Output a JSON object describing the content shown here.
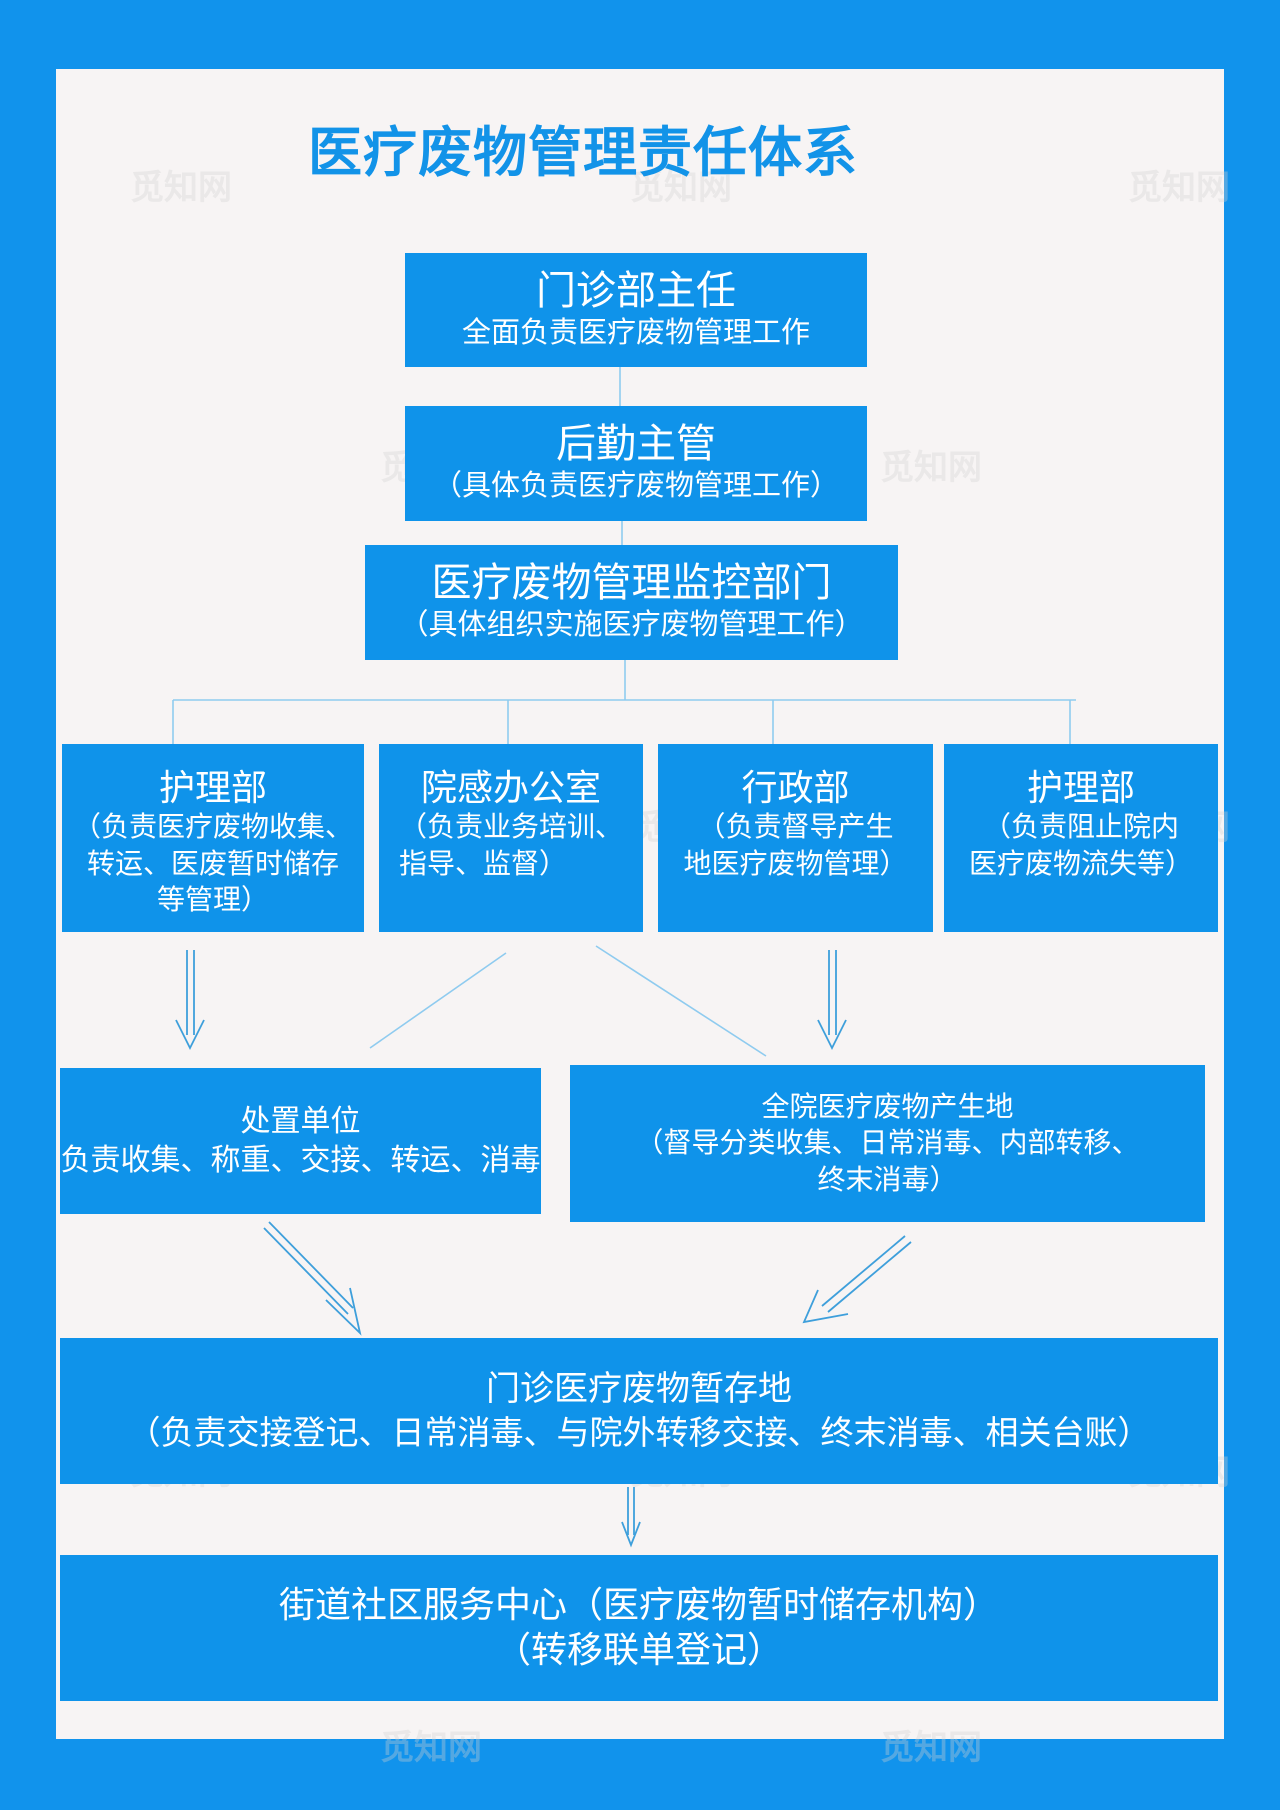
{
  "title": "医疗废物管理责任体系",
  "watermark": "觅知网",
  "boxes": {
    "director": {
      "title": "门诊部主任",
      "desc": "全面负责医疗废物管理工作"
    },
    "logistics": {
      "title": "后勤主管",
      "desc": "（具体负责医疗废物管理工作）"
    },
    "monitor": {
      "title": "医疗废物管理监控部门",
      "desc": "（具体组织实施医疗废物管理工作）"
    },
    "nursing1": {
      "title": "护理部",
      "lines": [
        "（负责医疗废物收集、",
        "转运、医废暂时储存",
        "等管理）"
      ]
    },
    "infection": {
      "title": "院感办公室",
      "lines": [
        "（负责业务培训、",
        "指导、监督）"
      ]
    },
    "admin": {
      "title": "行政部",
      "lines": [
        "（负责督导产生",
        "地医疗废物管理）"
      ]
    },
    "nursing2": {
      "title": "护理部",
      "lines": [
        "（负责阻止院内",
        "医疗废物流失等）"
      ]
    },
    "disposal": {
      "title": "处置单位",
      "desc": "（负责收集、称重、交接、转运、消毒）"
    },
    "source": {
      "title": "全院医疗废物产生地",
      "lines": [
        "（督导分类收集、日常消毒、内部转移、",
        "终末消毒）"
      ]
    },
    "storage": {
      "title": "门诊医疗废物暂存地",
      "desc": "（负责交接登记、日常消毒、与院外转移交接、终末消毒、相关台账）"
    },
    "community": {
      "title": "街道社区服务中心（医疗废物暂时储存机构）",
      "desc": "（转移联单登记）"
    }
  },
  "colors": {
    "frame": "#1193EC",
    "paper": "#F7F4F4",
    "box": "#0F93EA",
    "title": "#1293E8",
    "line": "#8FCBEF"
  }
}
